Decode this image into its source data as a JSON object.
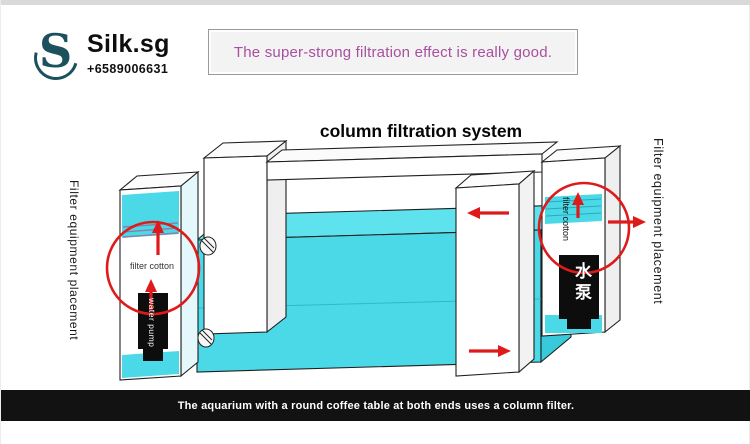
{
  "brand": {
    "logo_letter": "S",
    "name": "Silk.sg",
    "phone": "+6589006631"
  },
  "header": {
    "tagline": "The super-strong filtration effect is really good."
  },
  "diagram": {
    "title": "column filtration system",
    "left_side_label": "Filter equipment placement",
    "right_side_label": "Filter equipment placement",
    "left_filter_cotton_label": "filter cotton",
    "right_filter_cotton_label": "filter cotton",
    "water_pump_label": "water pump",
    "water_pump_cn_label": "水泵",
    "colors": {
      "water": "#4bd9e7",
      "highlight": "#df1a1a",
      "pump": "#0d0d0d"
    }
  },
  "footer": {
    "caption": "The aquarium with a round coffee table at both ends uses a column filter."
  }
}
